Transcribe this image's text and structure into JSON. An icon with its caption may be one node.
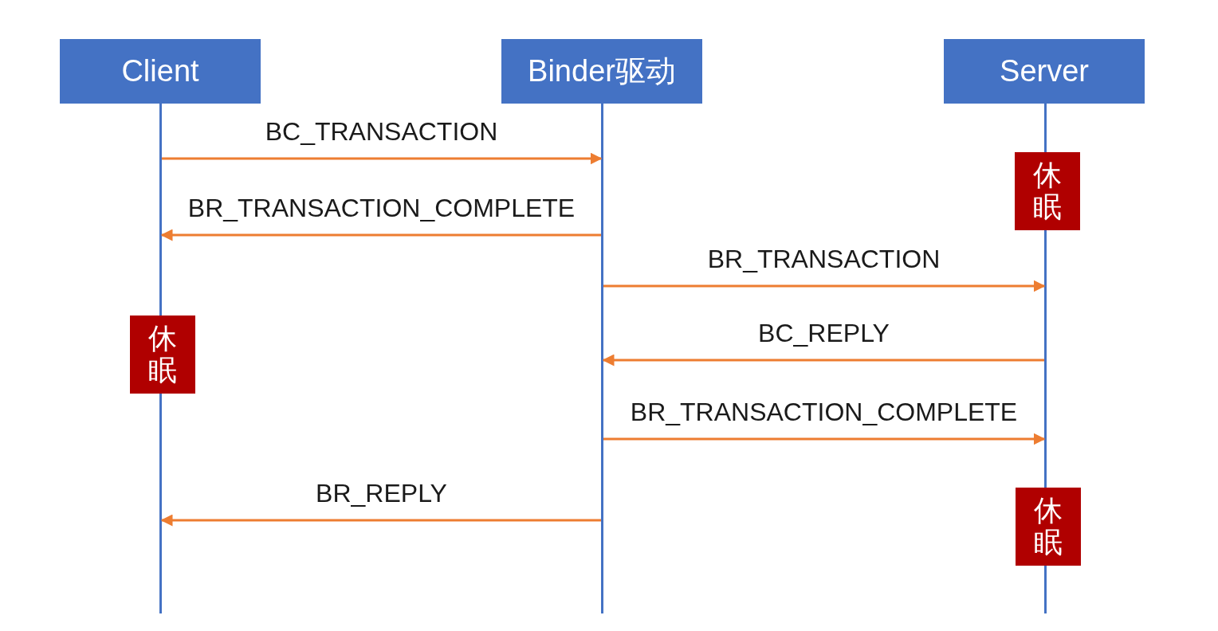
{
  "diagram": {
    "nodes": [
      {
        "text": [
          "Client"
        ]
      },
      {
        "text": [
          "Binder驱动"
        ]
      },
      {
        "text": [
          "Server"
        ]
      },
      {
        "text": [],
        "shape": "line"
      },
      {
        "text": [],
        "shape": "line"
      },
      {
        "text": [],
        "shape": "line"
      },
      {
        "text": [
          "休眠"
        ]
      },
      {
        "text": [
          "休眠"
        ]
      },
      {
        "text": [
          "休眠"
        ]
      }
    ],
    "edges": [
      {
        "from": 3,
        "to": 4,
        "arrow": "to",
        "label": "BC_TRANSACTION"
      },
      {
        "from": 4,
        "to": 3,
        "arrow": "to",
        "label": "BR_TRANSACTION_COMPLETE"
      },
      {
        "from": 4,
        "to": 5,
        "arrow": "to",
        "label": "BR_TRANSACTION"
      },
      {
        "from": 5,
        "to": 4,
        "arrow": "to",
        "label": "BC_REPLY"
      },
      {
        "from": 4,
        "to": 5,
        "arrow": "to",
        "label": "BR_TRANSACTION_COMPLETE"
      },
      {
        "from": 4,
        "to": 3,
        "arrow": "to",
        "label": "BR_REPLY"
      }
    ]
  }
}
